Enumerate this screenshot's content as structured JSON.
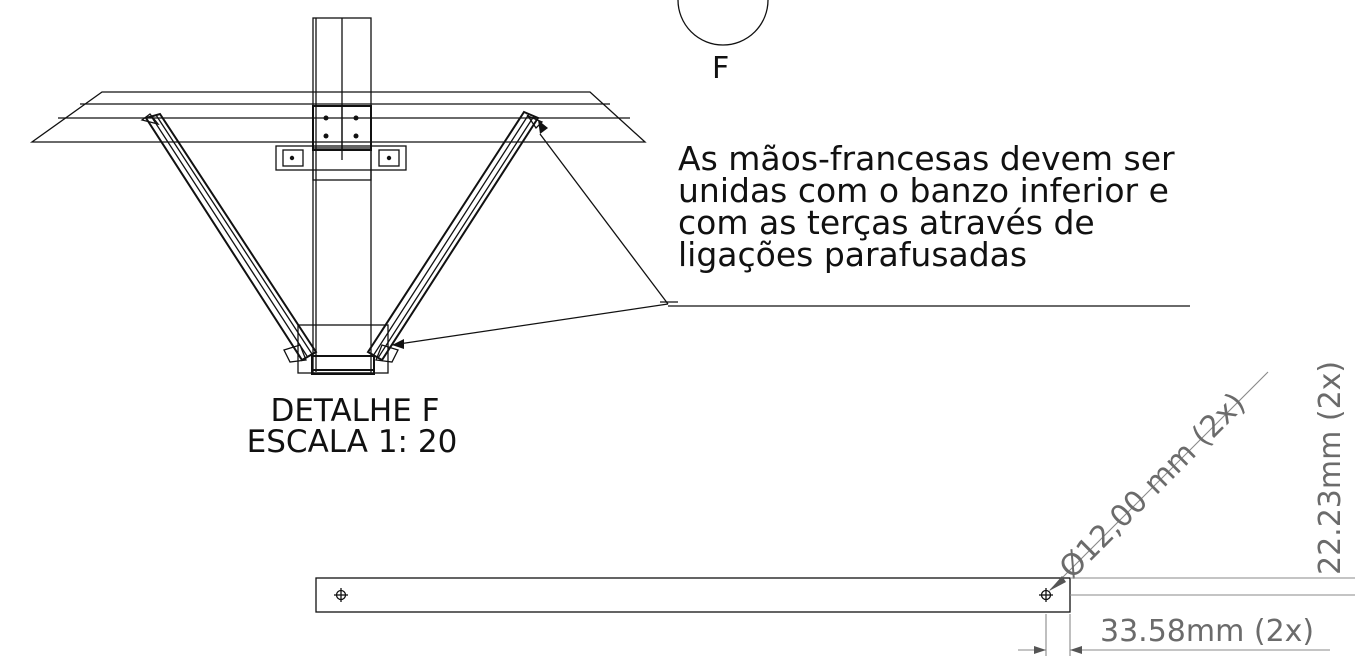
{
  "detail_marker": {
    "letter": "F"
  },
  "note": {
    "lines": [
      "As mãos-francesas devem ser",
      "unidas com o banzo inferior e",
      "com as terças através de",
      "ligações parafusadas"
    ]
  },
  "detail_title": {
    "name": "DETALHE F",
    "scale": "ESCALA 1: 20"
  },
  "dimensions": {
    "hole_diameter": "Ø12,00 mm (2x)",
    "vertical_offset": "22.23mm (2x)",
    "edge_distance": "33.58mm (2x)"
  },
  "colors": {
    "lines": "#111111",
    "dimension_text": "#6b6b6b"
  }
}
